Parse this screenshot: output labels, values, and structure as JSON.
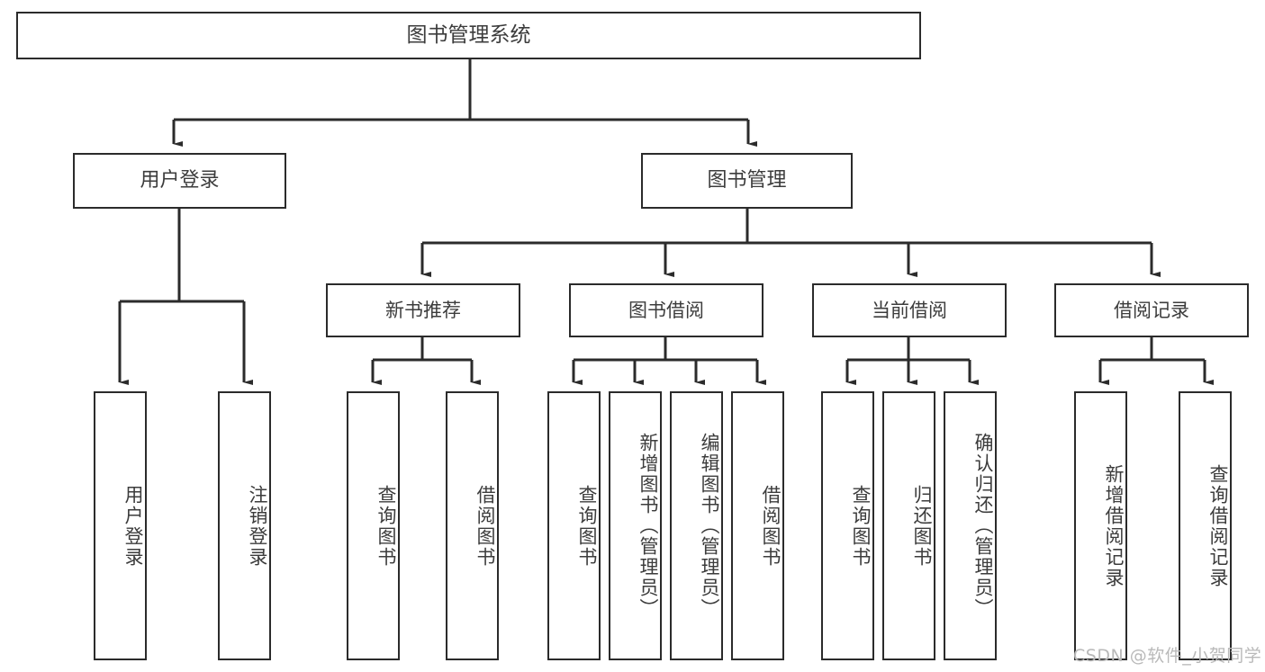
{
  "diagram": {
    "type": "tree",
    "title": "图书管理系统",
    "orientation": "top-down",
    "colors": {
      "box_border": "#2b2b2b",
      "box_fill": "#ffffff",
      "text": "#3c3c3c",
      "connector": "#2b2b2b",
      "watermark": "#b9b9b9"
    },
    "nodes": {
      "root": {
        "label": "图书管理系统"
      },
      "level2": [
        {
          "id": "user_login",
          "label": "用户登录"
        },
        {
          "id": "book_manage",
          "label": "图书管理"
        }
      ],
      "level3": [
        {
          "id": "new_book_rec",
          "label": "新书推荐"
        },
        {
          "id": "book_borrow",
          "label": "图书借阅"
        },
        {
          "id": "current_borrow",
          "label": "当前借阅"
        },
        {
          "id": "borrow_record",
          "label": "借阅记录"
        }
      ],
      "leaves": {
        "user_login": [
          {
            "id": "leaf_user_login",
            "label": "用户登录"
          },
          {
            "id": "leaf_logout",
            "label": "注销登录"
          }
        ],
        "new_book_rec": [
          {
            "id": "leaf_query_book_1",
            "label": "查询图书"
          },
          {
            "id": "leaf_borrow_book_1",
            "label": "借阅图书"
          }
        ],
        "book_borrow": [
          {
            "id": "leaf_query_book_2",
            "label": "查询图书"
          },
          {
            "id": "leaf_add_book",
            "label": "新增图书（管理员）"
          },
          {
            "id": "leaf_edit_book",
            "label": "编辑图书（管理员）"
          },
          {
            "id": "leaf_borrow_book_2",
            "label": "借阅图书"
          }
        ],
        "current_borrow": [
          {
            "id": "leaf_query_book_3",
            "label": "查询图书"
          },
          {
            "id": "leaf_return_book",
            "label": "归还图书"
          },
          {
            "id": "leaf_confirm_return",
            "label": "确认归还（管理员）"
          }
        ],
        "borrow_record": [
          {
            "id": "leaf_add_record",
            "label": "新增借阅记录"
          },
          {
            "id": "leaf_query_record",
            "label": "查询借阅记录"
          }
        ]
      }
    },
    "edges": [
      {
        "from": "root",
        "to": "user_login"
      },
      {
        "from": "root",
        "to": "book_manage"
      },
      {
        "from": "book_manage",
        "to": "new_book_rec"
      },
      {
        "from": "book_manage",
        "to": "book_borrow"
      },
      {
        "from": "book_manage",
        "to": "current_borrow"
      },
      {
        "from": "book_manage",
        "to": "borrow_record"
      },
      {
        "from": "user_login",
        "to": "leaf_user_login"
      },
      {
        "from": "user_login",
        "to": "leaf_logout"
      },
      {
        "from": "new_book_rec",
        "to": "leaf_query_book_1"
      },
      {
        "from": "new_book_rec",
        "to": "leaf_borrow_book_1"
      },
      {
        "from": "book_borrow",
        "to": "leaf_query_book_2"
      },
      {
        "from": "book_borrow",
        "to": "leaf_add_book"
      },
      {
        "from": "book_borrow",
        "to": "leaf_edit_book"
      },
      {
        "from": "book_borrow",
        "to": "leaf_borrow_book_2"
      },
      {
        "from": "current_borrow",
        "to": "leaf_query_book_3"
      },
      {
        "from": "current_borrow",
        "to": "leaf_return_book"
      },
      {
        "from": "current_borrow",
        "to": "leaf_confirm_return"
      },
      {
        "from": "borrow_record",
        "to": "leaf_add_record"
      },
      {
        "from": "borrow_record",
        "to": "leaf_query_record"
      }
    ]
  },
  "watermark": {
    "text": "CSDN @软件_小贺同学"
  }
}
